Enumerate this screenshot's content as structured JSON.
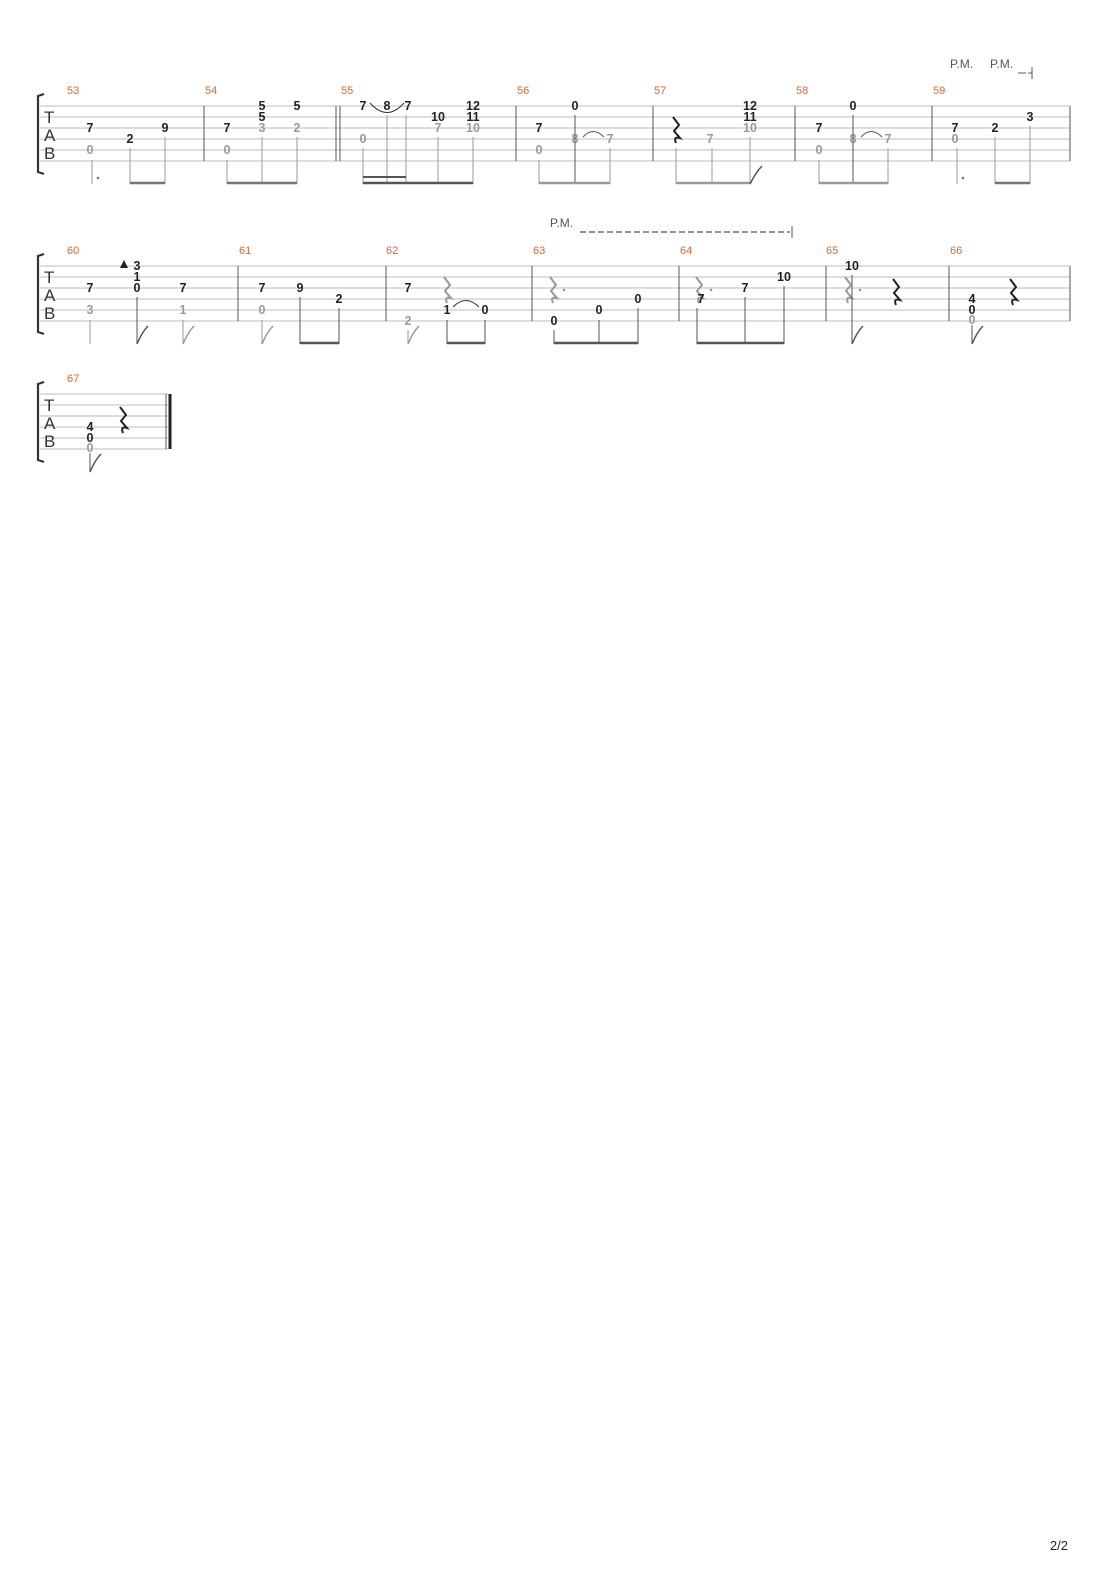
{
  "page": {
    "number": "2/2"
  },
  "tab_clef": [
    "T",
    "A",
    "B"
  ],
  "rows": [
    {
      "pm_marks": [
        {
          "label": "P.M."
        },
        {
          "label": "P.M."
        }
      ],
      "measures": [
        {
          "number": "53",
          "notes": [
            {
              "text": "7",
              "string": 2,
              "tone": "dark"
            },
            {
              "text": "0",
              "string": 4,
              "tone": "light"
            },
            {
              "text": "2",
              "string": 3,
              "tone": "dark"
            },
            {
              "text": "9",
              "string": 2,
              "tone": "dark"
            }
          ]
        },
        {
          "number": "54",
          "notes": [
            {
              "text": "7",
              "string": 2,
              "tone": "dark"
            },
            {
              "text": "0",
              "string": 4,
              "tone": "light"
            },
            {
              "text": "5",
              "string": 0,
              "tone": "dark"
            },
            {
              "text": "5",
              "string": 1,
              "tone": "dark"
            },
            {
              "text": "3",
              "string": 2,
              "tone": "light"
            },
            {
              "text": "5",
              "string": 0,
              "tone": "dark"
            },
            {
              "text": "2",
              "string": 2,
              "tone": "light"
            }
          ]
        },
        {
          "number": "55",
          "notes": [
            {
              "text": "7",
              "string": 0,
              "tone": "dark"
            },
            {
              "text": "8",
              "string": 0,
              "tone": "dark"
            },
            {
              "text": "7",
              "string": 0,
              "tone": "dark"
            },
            {
              "text": "0",
              "string": 3,
              "tone": "light"
            },
            {
              "text": "10",
              "string": 1,
              "tone": "dark"
            },
            {
              "text": "7",
              "string": 2,
              "tone": "light"
            },
            {
              "text": "12",
              "string": 0,
              "tone": "dark"
            },
            {
              "text": "11",
              "string": 1,
              "tone": "dark"
            },
            {
              "text": "10",
              "string": 2,
              "tone": "light"
            }
          ]
        },
        {
          "number": "56",
          "notes": [
            {
              "text": "7",
              "string": 2,
              "tone": "dark"
            },
            {
              "text": "0",
              "string": 4,
              "tone": "light"
            },
            {
              "text": "0",
              "string": 0,
              "tone": "dark"
            },
            {
              "text": "8",
              "string": 3,
              "tone": "light"
            },
            {
              "text": "7",
              "string": 3,
              "tone": "light"
            }
          ]
        },
        {
          "number": "57",
          "notes": [
            {
              "text": "7",
              "string": 3,
              "tone": "light"
            },
            {
              "text": "12",
              "string": 0,
              "tone": "dark"
            },
            {
              "text": "11",
              "string": 1,
              "tone": "dark"
            },
            {
              "text": "10",
              "string": 2,
              "tone": "light"
            }
          ]
        },
        {
          "number": "58",
          "notes": [
            {
              "text": "7",
              "string": 2,
              "tone": "dark"
            },
            {
              "text": "0",
              "string": 4,
              "tone": "light"
            },
            {
              "text": "0",
              "string": 0,
              "tone": "dark"
            },
            {
              "text": "8",
              "string": 3,
              "tone": "light"
            },
            {
              "text": "7",
              "string": 3,
              "tone": "light"
            }
          ]
        },
        {
          "number": "59",
          "notes": [
            {
              "text": "7",
              "string": 2,
              "tone": "dark"
            },
            {
              "text": "0",
              "string": 3,
              "tone": "light"
            },
            {
              "text": "2",
              "string": 2,
              "tone": "dark"
            },
            {
              "text": "3",
              "string": 1,
              "tone": "dark"
            }
          ]
        }
      ]
    },
    {
      "pm_marks": [
        {
          "label": "P.M."
        }
      ],
      "measures": [
        {
          "number": "60",
          "notes": [
            {
              "text": "7",
              "string": 2,
              "tone": "dark"
            },
            {
              "text": "3",
              "string": 4,
              "tone": "light"
            },
            {
              "text": "3",
              "string": 0,
              "tone": "dark"
            },
            {
              "text": "1",
              "string": 1,
              "tone": "dark"
            },
            {
              "text": "0",
              "string": 2,
              "tone": "dark"
            },
            {
              "text": "7",
              "string": 2,
              "tone": "dark"
            },
            {
              "text": "1",
              "string": 4,
              "tone": "light"
            }
          ]
        },
        {
          "number": "61",
          "notes": [
            {
              "text": "7",
              "string": 2,
              "tone": "dark"
            },
            {
              "text": "0",
              "string": 4,
              "tone": "light"
            },
            {
              "text": "9",
              "string": 2,
              "tone": "dark"
            },
            {
              "text": "2",
              "string": 3,
              "tone": "dark"
            }
          ]
        },
        {
          "number": "62",
          "notes": [
            {
              "text": "7",
              "string": 2,
              "tone": "dark"
            },
            {
              "text": "2",
              "string": 5,
              "tone": "light"
            },
            {
              "text": "1",
              "string": 4,
              "tone": "dark"
            },
            {
              "text": "0",
              "string": 4,
              "tone": "dark"
            }
          ]
        },
        {
          "number": "63",
          "notes": [
            {
              "text": "0",
              "string": 5,
              "tone": "dark"
            },
            {
              "text": "0",
              "string": 4,
              "tone": "dark"
            },
            {
              "text": "0",
              "string": 3,
              "tone": "dark"
            }
          ]
        },
        {
          "number": "64",
          "notes": [
            {
              "text": "7",
              "string": 3,
              "tone": "dark"
            },
            {
              "text": "7",
              "string": 2,
              "tone": "dark"
            },
            {
              "text": "10",
              "string": 1,
              "tone": "dark"
            }
          ]
        },
        {
          "number": "65",
          "notes": [
            {
              "text": "10",
              "string": 0,
              "tone": "dark"
            }
          ]
        },
        {
          "number": "66",
          "notes": [
            {
              "text": "4",
              "string": 3,
              "tone": "dark"
            },
            {
              "text": "0",
              "string": 4,
              "tone": "dark"
            },
            {
              "text": "0",
              "string": 5,
              "tone": "light"
            }
          ]
        }
      ]
    },
    {
      "pm_marks": [],
      "measures": [
        {
          "number": "67",
          "notes": [
            {
              "text": "4",
              "string": 3,
              "tone": "dark"
            },
            {
              "text": "0",
              "string": 4,
              "tone": "dark"
            },
            {
              "text": "0",
              "string": 5,
              "tone": "light"
            }
          ]
        }
      ]
    }
  ]
}
